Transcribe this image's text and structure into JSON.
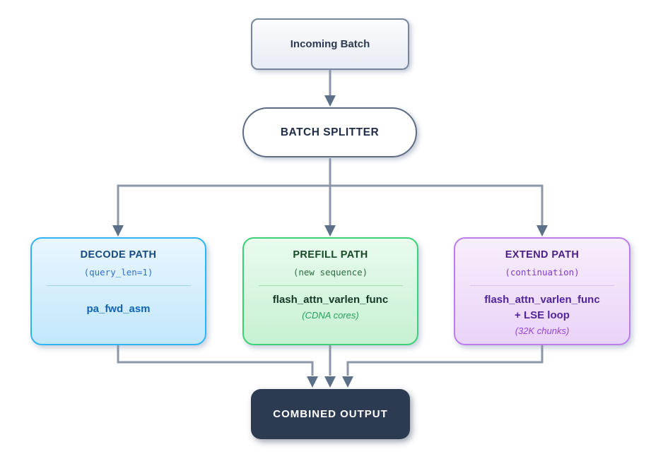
{
  "nodes": {
    "incoming": {
      "label": "Incoming Batch"
    },
    "splitter": {
      "label": "BATCH SPLITTER"
    },
    "combined": {
      "label": "COMBINED OUTPUT"
    }
  },
  "paths": [
    {
      "id": "decode",
      "title": "DECODE PATH",
      "subtitle": "(query_len=1)",
      "kernel": "pa_fwd_asm",
      "colors": {
        "border": "#2fb4f3",
        "bg_top": "#e9f6fe",
        "bg_bottom": "#c2e7fb",
        "title": "#174a80",
        "subtitle": "#2e6fce",
        "kernel": "#1163b4",
        "divider": "#9bd2f0"
      }
    },
    {
      "id": "prefill",
      "title": "PREFILL PATH",
      "subtitle": "(new sequence)",
      "kernel": "flash_attn_varlen_func",
      "note": "(CDNA cores)",
      "colors": {
        "border": "#3ed077",
        "bg_top": "#e9fbee",
        "bg_bottom": "#c6f1d2",
        "title": "#164a26",
        "subtitle": "#2d6a42",
        "kernel": "#143826",
        "note": "#27a05e",
        "divider": "#a5dcb2"
      }
    },
    {
      "id": "extend",
      "title": "EXTEND PATH",
      "subtitle": "(continuation)",
      "kernel": "flash_attn_varlen_func",
      "kernel_line2": "+ LSE loop",
      "note": "(32K chunks)",
      "colors": {
        "border": "#bc7cea",
        "bg_top": "#f7eefc",
        "bg_bottom": "#ead3f8",
        "title": "#4a1f82",
        "subtitle": "#8139cc",
        "kernel": "#50249a",
        "note": "#9444d8",
        "divider": "#dabef2"
      }
    }
  ],
  "connectors": {
    "line_color": "#8b97a9",
    "arrow_color": "#5d7089"
  },
  "node_colors": {
    "incoming_border": "#76859e",
    "splitter_border": "#5d6c84",
    "combined_bg": "#2d3b52",
    "combined_text": "#ffffff"
  }
}
